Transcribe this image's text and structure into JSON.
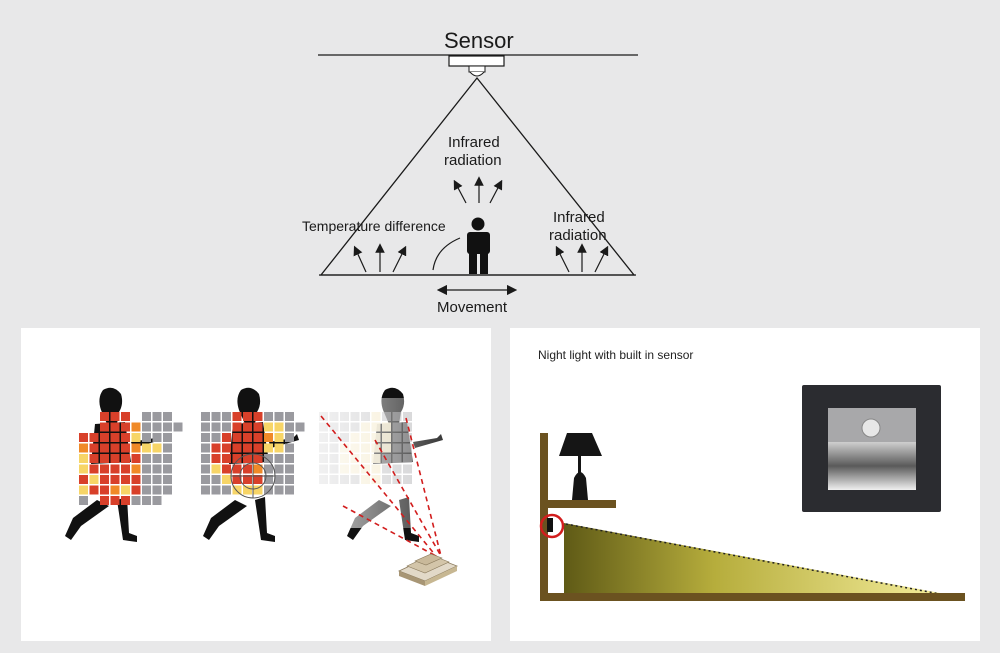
{
  "top_diagram": {
    "sensor_label": "Sensor",
    "infrared_center": [
      "Infrared",
      "radiation"
    ],
    "infrared_right": [
      "Infrared",
      "radiation"
    ],
    "temperature_label": "Temperature difference",
    "movement_label": "Movement"
  },
  "night_light_panel": {
    "title": "Night light with built in sensor"
  },
  "colors": {
    "background": "#e8e8e9",
    "heat_red": "#d8402a",
    "heat_orange": "#f08a28",
    "heat_yellow": "#f7d567",
    "grid_gray": "#9a9a9f",
    "laser_red": "#d21d1d",
    "shelf_brown": "#6b5220",
    "light_beam": "#a9a33a",
    "switch_plate": "#2a2b30"
  },
  "icons": [
    "person-icon",
    "lamp-icon",
    "sensor-switch-icon",
    "pir-sensor-icon"
  ]
}
